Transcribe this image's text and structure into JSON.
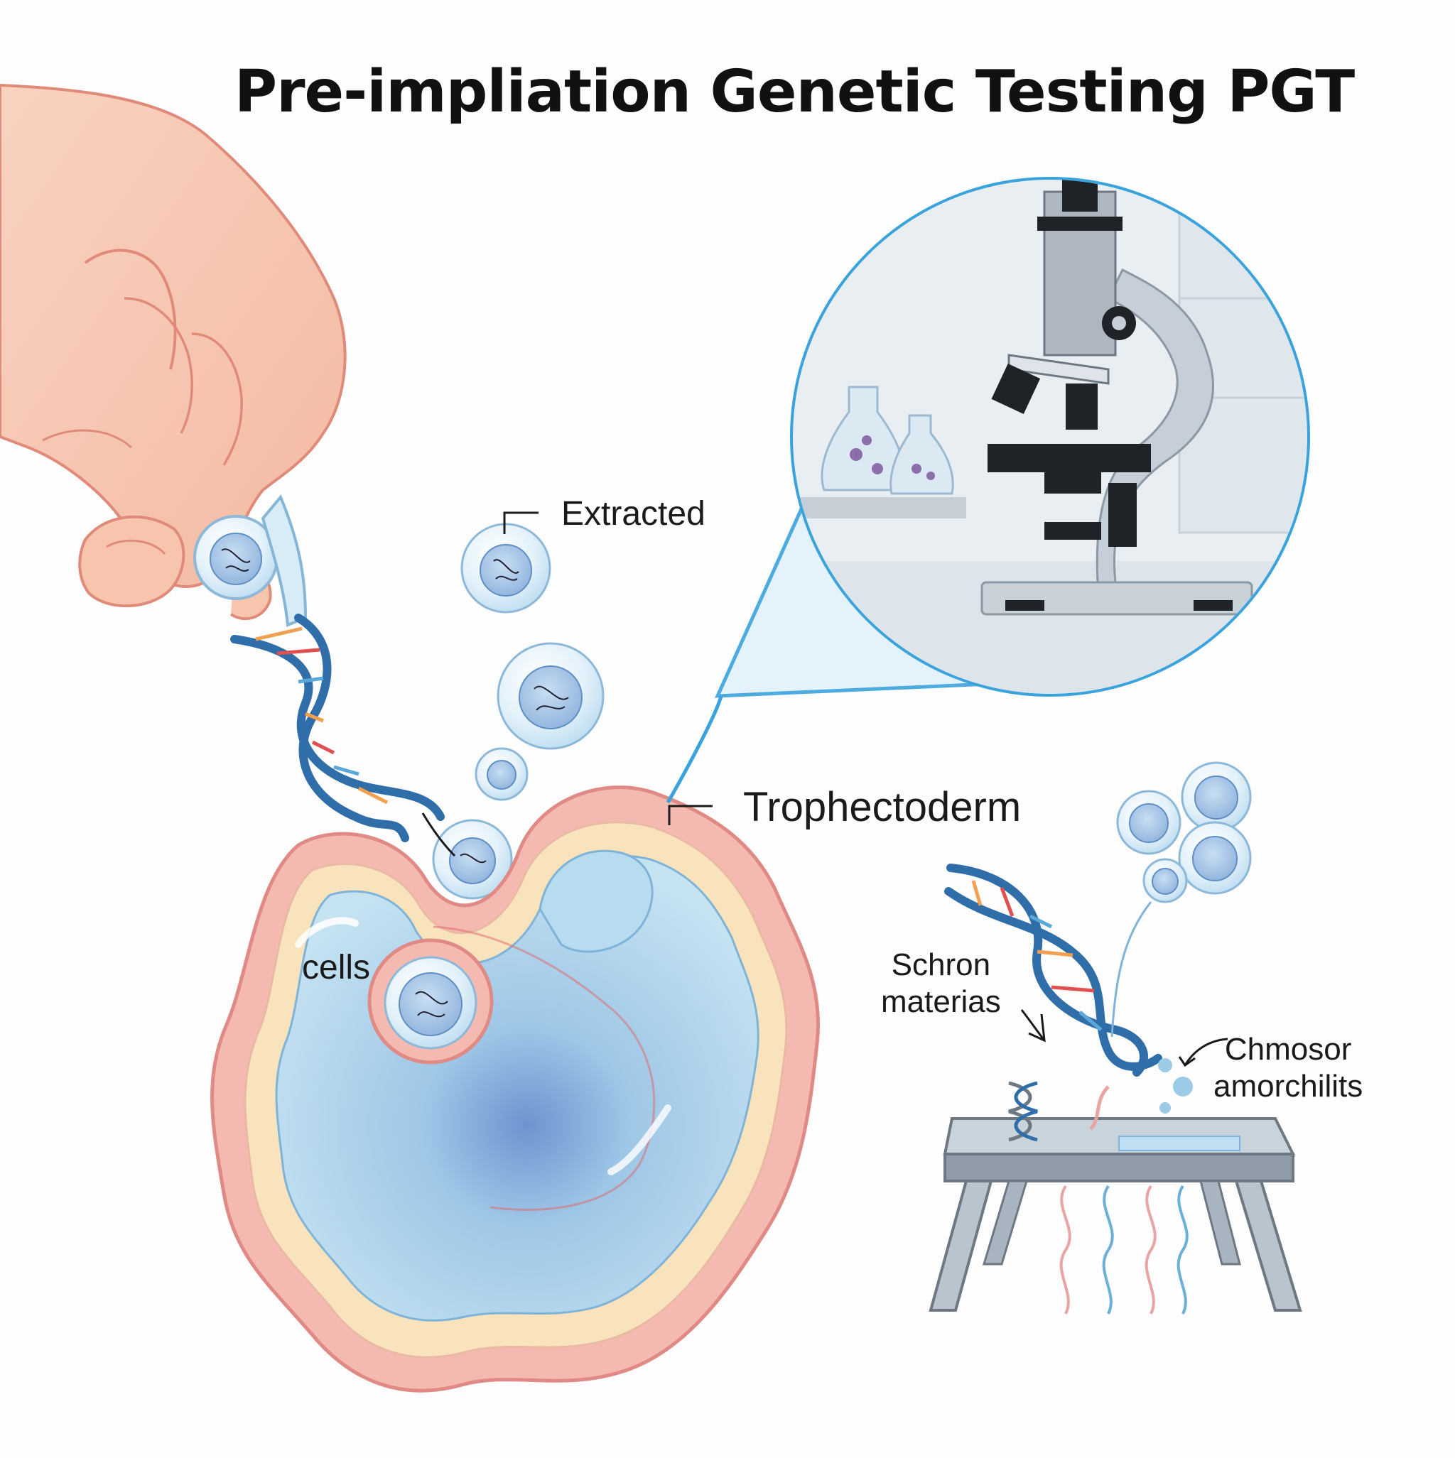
{
  "title": "Pre-impliation Genetic Testing PGT",
  "labels": {
    "extracted": "Extracted",
    "trophectoderm": "Trophectoderm",
    "cells": "cells",
    "schron_line1": "Schron",
    "schron_line2": "materias",
    "chmosor_line1": "Chmosor",
    "chmosor_line2": "amorchilits"
  },
  "colors": {
    "outline_blue": "#3aa3dc",
    "membrane_pink": "#f1b0aa",
    "membrane_cream": "#f6e3b8",
    "cytoplasm": "#a9d3ea",
    "skin": "#f7c9b3",
    "dna_blue": "#2f6ea8"
  },
  "icons": [
    "hand-illustration",
    "microscope-icon",
    "flask-icon",
    "dna-helix-icon",
    "cell-icon",
    "lab-table-icon"
  ]
}
